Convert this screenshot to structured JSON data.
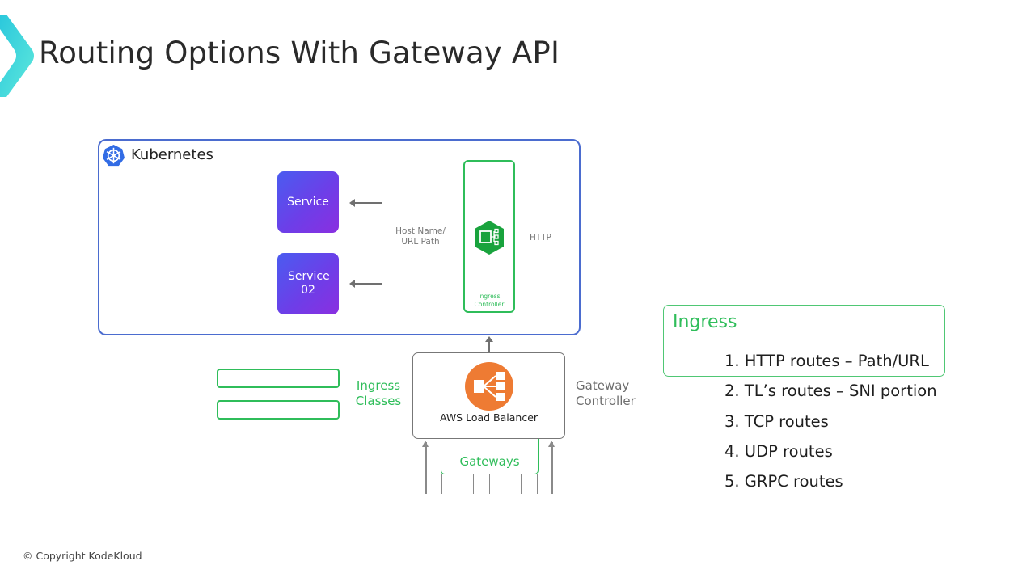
{
  "slide": {
    "title": "Routing Options With Gateway API",
    "copyright": "© Copyright KodeKloud"
  },
  "colors": {
    "kubernetes_border": "#4b6ccf",
    "ingress_green": "#2fbd5a",
    "service_gradient_start": "#4a5cf0",
    "service_gradient_end": "#8a2fe0",
    "load_balancer_orange": "#ee7b33",
    "logo_cyan": "#2dd4d6"
  },
  "diagram": {
    "kubernetes": {
      "label": "Kubernetes",
      "icon": "kubernetes-helm-icon"
    },
    "services": [
      {
        "label": "Service"
      },
      {
        "label": "Service 02"
      }
    ],
    "routing_label": "Host Name/ URL Path",
    "protocol_label": "HTTP",
    "ingress_controller": {
      "label": "Ingress Controller",
      "icon": "nginx-ingress-hexagon-icon"
    },
    "load_balancer": {
      "label": "AWS Load Balancer",
      "icon": "aws-elb-icon"
    },
    "gateways_label": "Gateways",
    "ingress_classes_label": "Ingress Classes",
    "gateway_controller_label": "Gateway Controller"
  },
  "ingress_panel": {
    "title": "Ingress",
    "routes": [
      "1. HTTP routes – Path/URL",
      "2. TL’s routes – SNI portion",
      "3. TCP routes",
      "4. UDP routes",
      "5. GRPC routes"
    ]
  }
}
